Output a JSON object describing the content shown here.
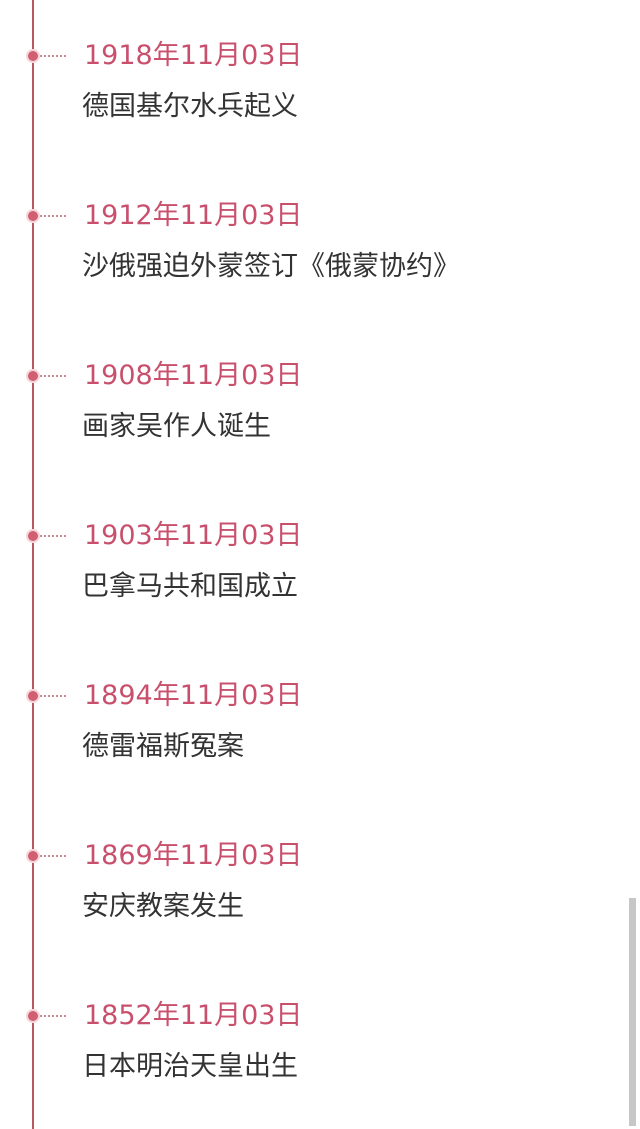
{
  "timeline": {
    "events": [
      {
        "date": "1918年11月03日",
        "title": "德国基尔水兵起义"
      },
      {
        "date": "1912年11月03日",
        "title": "沙俄强迫外蒙签订《俄蒙协约》"
      },
      {
        "date": "1908年11月03日",
        "title": "画家吴作人诞生"
      },
      {
        "date": "1903年11月03日",
        "title": "巴拿马共和国成立"
      },
      {
        "date": "1894年11月03日",
        "title": "德雷福斯冤案"
      },
      {
        "date": "1869年11月03日",
        "title": "安庆教案发生"
      },
      {
        "date": "1852年11月03日",
        "title": "日本明治天皇出生"
      }
    ]
  },
  "colors": {
    "accent": "#c9506d",
    "line": "#b8585f",
    "text": "#333333"
  }
}
